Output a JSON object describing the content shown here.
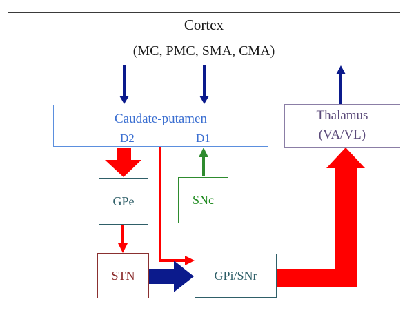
{
  "nodes": {
    "cortex": {
      "title": "Cortex",
      "subtitle": "(MC, PMC, SMA, CMA)"
    },
    "caudate": {
      "title": "Caudate-putamen",
      "d2": "D2",
      "d1": "D1"
    },
    "thalamus": {
      "title": "Thalamus",
      "subtitle": "(VA/VL)"
    },
    "gpe": {
      "title": "GPe"
    },
    "snc": {
      "title": "SNc"
    },
    "stn": {
      "title": "STN"
    },
    "gpi": {
      "title": "GPi/SNr"
    }
  },
  "colors": {
    "excitatory_cortical": "#0b1a8c",
    "inhibitory": "#ff0000",
    "dopaminergic": "#2e8b2e",
    "stn_output": "#0b1a8c"
  },
  "edges": [
    {
      "from": "cortex",
      "to": "caudate",
      "type": "excitatory_cortical"
    },
    {
      "from": "cortex",
      "to": "caudate",
      "type": "excitatory_cortical"
    },
    {
      "from": "thalamus",
      "to": "cortex",
      "type": "excitatory_cortical"
    },
    {
      "from": "caudate",
      "to": "gpe",
      "type": "inhibitory",
      "via": "D2"
    },
    {
      "from": "caudate",
      "to": "gpi",
      "type": "inhibitory",
      "via": "D1"
    },
    {
      "from": "snc",
      "to": "caudate",
      "type": "dopaminergic"
    },
    {
      "from": "gpe",
      "to": "stn",
      "type": "inhibitory"
    },
    {
      "from": "stn",
      "to": "gpi",
      "type": "stn_output"
    },
    {
      "from": "gpi",
      "to": "thalamus",
      "type": "inhibitory"
    }
  ]
}
